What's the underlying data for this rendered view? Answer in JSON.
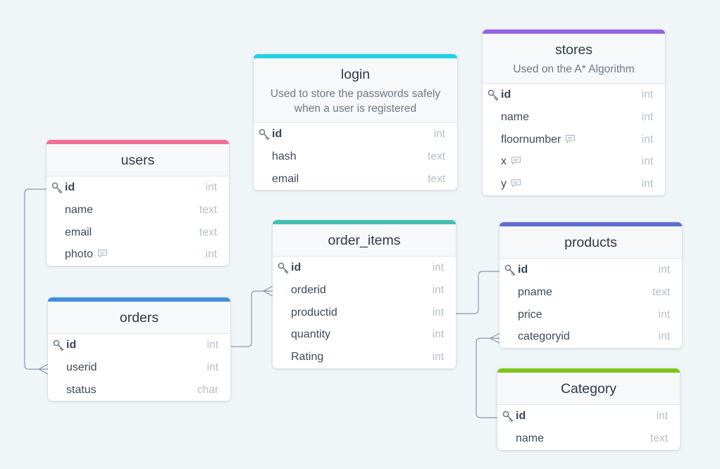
{
  "colors": {
    "users": "#ee6e98",
    "orders": "#3f8fd9",
    "login": "#22d1e4",
    "order_items": "#43bfb0",
    "stores": "#9564e2",
    "products": "#5f6fcf",
    "category": "#7bc618",
    "connector": "#8c98a8"
  },
  "users": {
    "title": "users",
    "fields": [
      {
        "name": "id",
        "type": "int",
        "pk": true
      },
      {
        "name": "name",
        "type": "text"
      },
      {
        "name": "email",
        "type": "text"
      },
      {
        "name": "photo",
        "type": "int",
        "note": true
      }
    ]
  },
  "orders": {
    "title": "orders",
    "fields": [
      {
        "name": "id",
        "type": "int",
        "pk": true
      },
      {
        "name": "userid",
        "type": "int"
      },
      {
        "name": "status",
        "type": "char"
      }
    ]
  },
  "login": {
    "title": "login",
    "note": "Used to store the passwords safely when a user is registered",
    "fields": [
      {
        "name": "id",
        "type": "int",
        "pk": true
      },
      {
        "name": "hash",
        "type": "text"
      },
      {
        "name": "email",
        "type": "text"
      }
    ]
  },
  "order_items": {
    "title": "order_items",
    "fields": [
      {
        "name": "id",
        "type": "int",
        "pk": true
      },
      {
        "name": "orderid",
        "type": "int"
      },
      {
        "name": "productid",
        "type": "int"
      },
      {
        "name": "quantity",
        "type": "int"
      },
      {
        "name": "Rating",
        "type": "int"
      }
    ]
  },
  "stores": {
    "title": "stores",
    "note": "Used on the A* Algorithm",
    "fields": [
      {
        "name": "id",
        "type": "int",
        "pk": true
      },
      {
        "name": "name",
        "type": "int"
      },
      {
        "name": "floornumber",
        "type": "int",
        "note": true
      },
      {
        "name": "x",
        "type": "int",
        "note": true
      },
      {
        "name": "y",
        "type": "int",
        "note": true
      }
    ]
  },
  "products": {
    "title": "products",
    "fields": [
      {
        "name": "id",
        "type": "int",
        "pk": true
      },
      {
        "name": "pname",
        "type": "text"
      },
      {
        "name": "price",
        "type": "int"
      },
      {
        "name": "categoryid",
        "type": "int"
      }
    ]
  },
  "category": {
    "title": "Category",
    "fields": [
      {
        "name": "id",
        "type": "int",
        "pk": true
      },
      {
        "name": "name",
        "type": "text"
      }
    ]
  }
}
